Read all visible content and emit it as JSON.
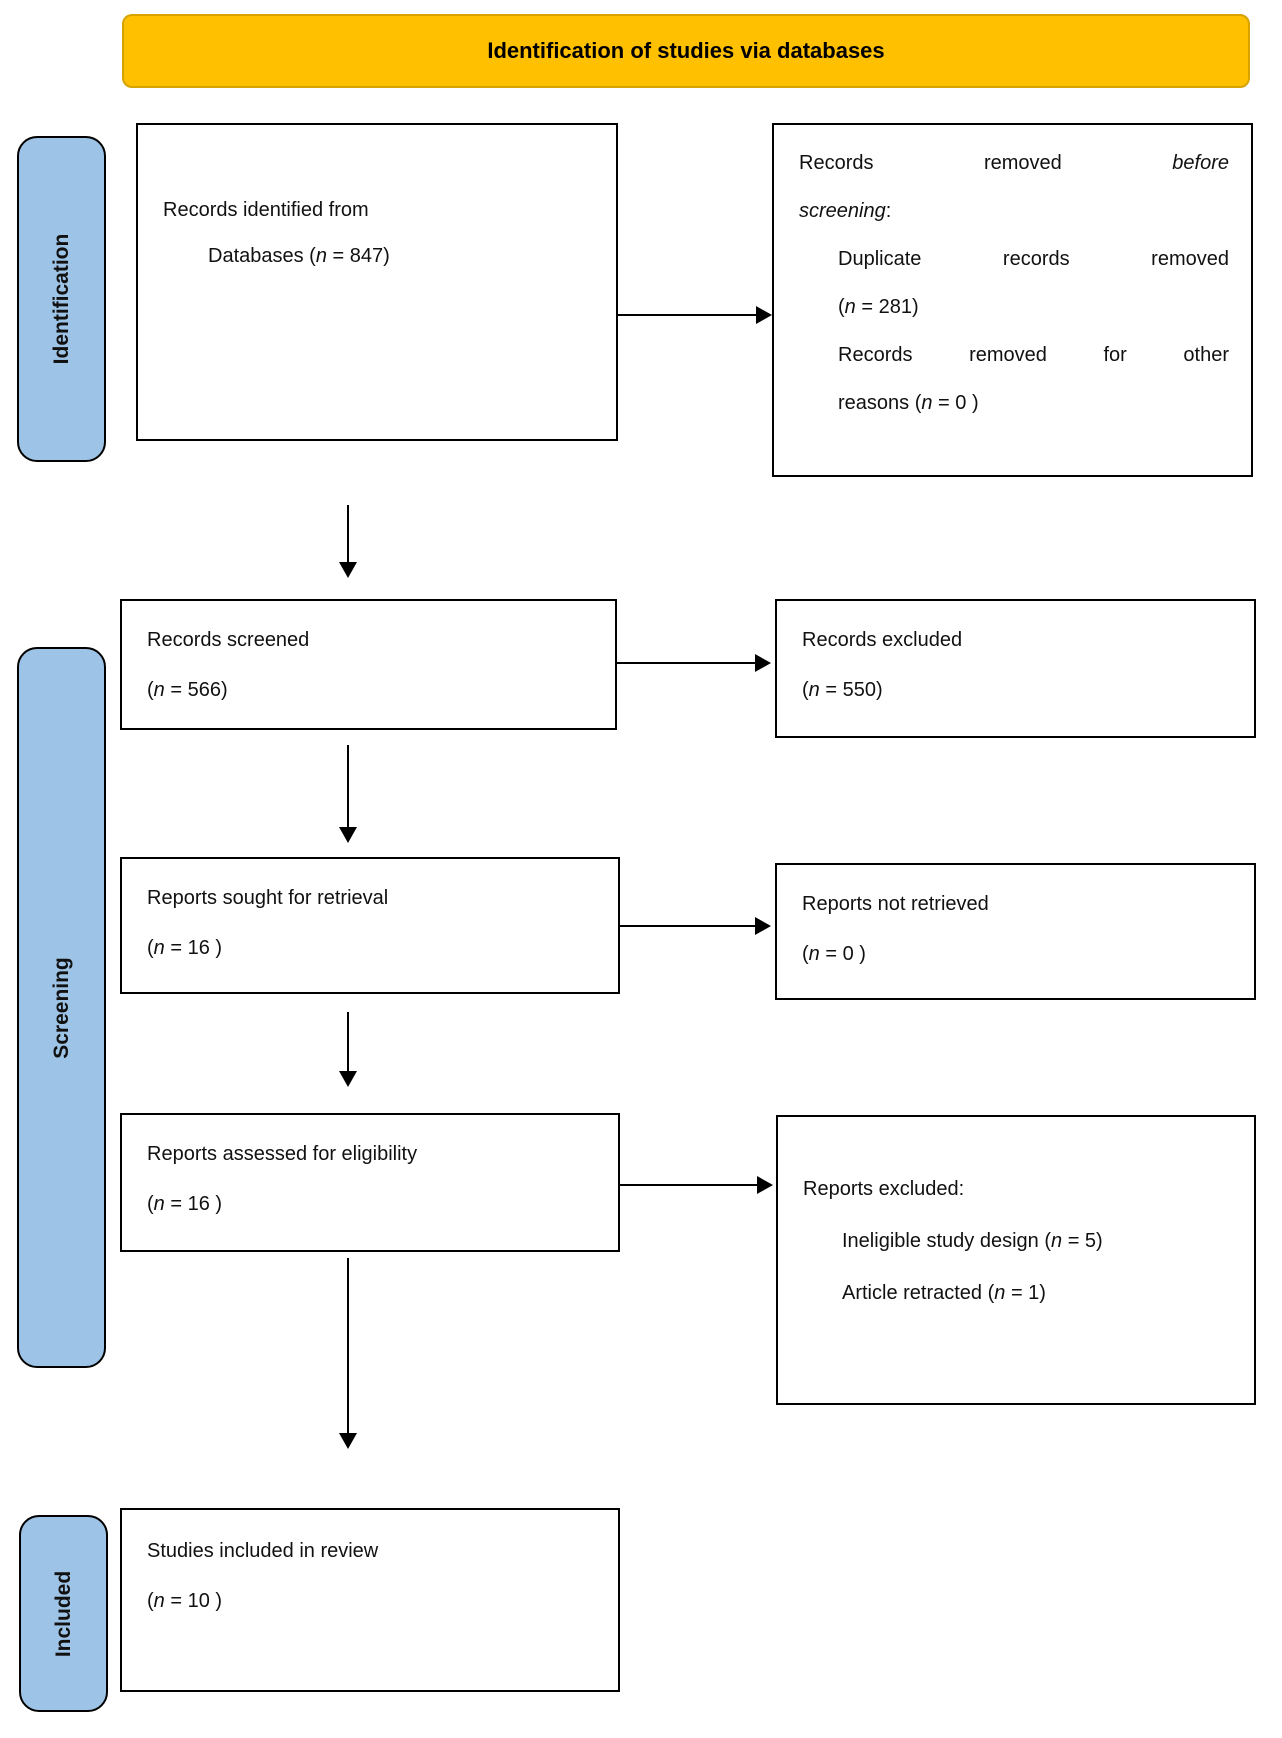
{
  "header": {
    "title": "Identification of studies via databases"
  },
  "sidebar": {
    "stages": [
      {
        "label": "Identification"
      },
      {
        "label": "Screening"
      },
      {
        "label": "Included"
      }
    ]
  },
  "boxes": {
    "identified": {
      "l1": {
        "pre": "Records identified from",
        "em": "",
        "post": ""
      },
      "l2": {
        "pre": "Databases (",
        "em": "n",
        "post": " = 847)"
      }
    },
    "removed": {
      "l1": {
        "pre": "Records removed ",
        "em": "before",
        "post": ""
      },
      "l2": {
        "pre": "",
        "em": "screening",
        "post": ":"
      },
      "l3": {
        "pre": "Duplicate records removed",
        "em": "",
        "post": ""
      },
      "l4": {
        "pre": "(",
        "em": "n",
        "post": " = 281)"
      },
      "l5": {
        "pre": "Records removed for other",
        "em": "",
        "post": ""
      },
      "l6": {
        "pre": "reasons (",
        "em": "n",
        "post": " = 0 )"
      }
    },
    "screened": {
      "l1": {
        "pre": "Records screened",
        "em": "",
        "post": ""
      },
      "l2": {
        "pre": "(",
        "em": "n",
        "post": " = 566)"
      }
    },
    "excluded": {
      "l1": {
        "pre": "Records excluded",
        "em": "",
        "post": ""
      },
      "l2": {
        "pre": "(",
        "em": "n",
        "post": " = 550)"
      }
    },
    "sought": {
      "l1": {
        "pre": "Reports sought for retrieval",
        "em": "",
        "post": ""
      },
      "l2": {
        "pre": "(",
        "em": "n",
        "post": " = 16 )"
      }
    },
    "not_retrieved": {
      "l1": {
        "pre": "Reports not retrieved",
        "em": "",
        "post": ""
      },
      "l2": {
        "pre": "(",
        "em": "n",
        "post": " = 0 )"
      }
    },
    "assessed": {
      "l1": {
        "pre": "Reports assessed for eligibility",
        "em": "",
        "post": ""
      },
      "l2": {
        "pre": "(",
        "em": "n",
        "post": " = 16 )"
      }
    },
    "reports_excluded": {
      "l1": {
        "pre": "Reports excluded:",
        "em": "",
        "post": ""
      },
      "l2": {
        "pre": "Ineligible study design (",
        "em": "n",
        "post": " = 5)"
      },
      "l3": {
        "pre": "Article retracted (",
        "em": "n",
        "post": " = 1)"
      }
    },
    "included": {
      "l1": {
        "pre": "Studies included in review",
        "em": "",
        "post": ""
      },
      "l2": {
        "pre": "(",
        "em": "n",
        "post": " = 10 )"
      }
    }
  },
  "colors": {
    "banner_fill": "#FFC000",
    "banner_border": "#D6A300",
    "stage_fill": "#9DC3E6",
    "stage_border": "#000000",
    "box_border": "#000000",
    "arrow": "#000000",
    "text": "#111111"
  }
}
